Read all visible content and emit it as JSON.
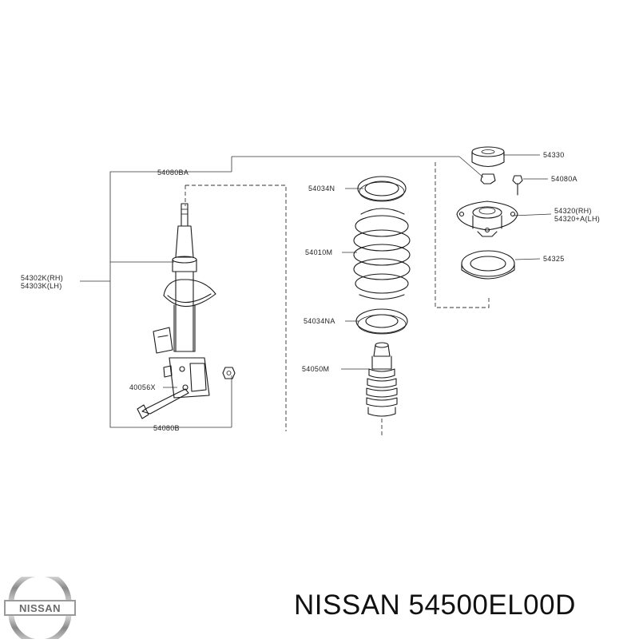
{
  "labels": {
    "p54080ba": "54080BA",
    "p54302k_rh": "54302K(RH)",
    "p54303k_lh": "54303K(LH)",
    "p40056x": "40056X",
    "p54080b": "54080B",
    "p54034n": "54034N",
    "p54010m": "54010M",
    "p54034na": "54034NA",
    "p54050m": "54050M",
    "p54330": "54330",
    "p54080a": "54080A",
    "p54320_rh": "54320(RH)",
    "p54320a_lh": "54320+A(LH)",
    "p54325": "54325"
  },
  "logo": {
    "text": "NISSAN"
  },
  "title": {
    "brand": "NISSAN",
    "part_number": "54500EL00D"
  }
}
